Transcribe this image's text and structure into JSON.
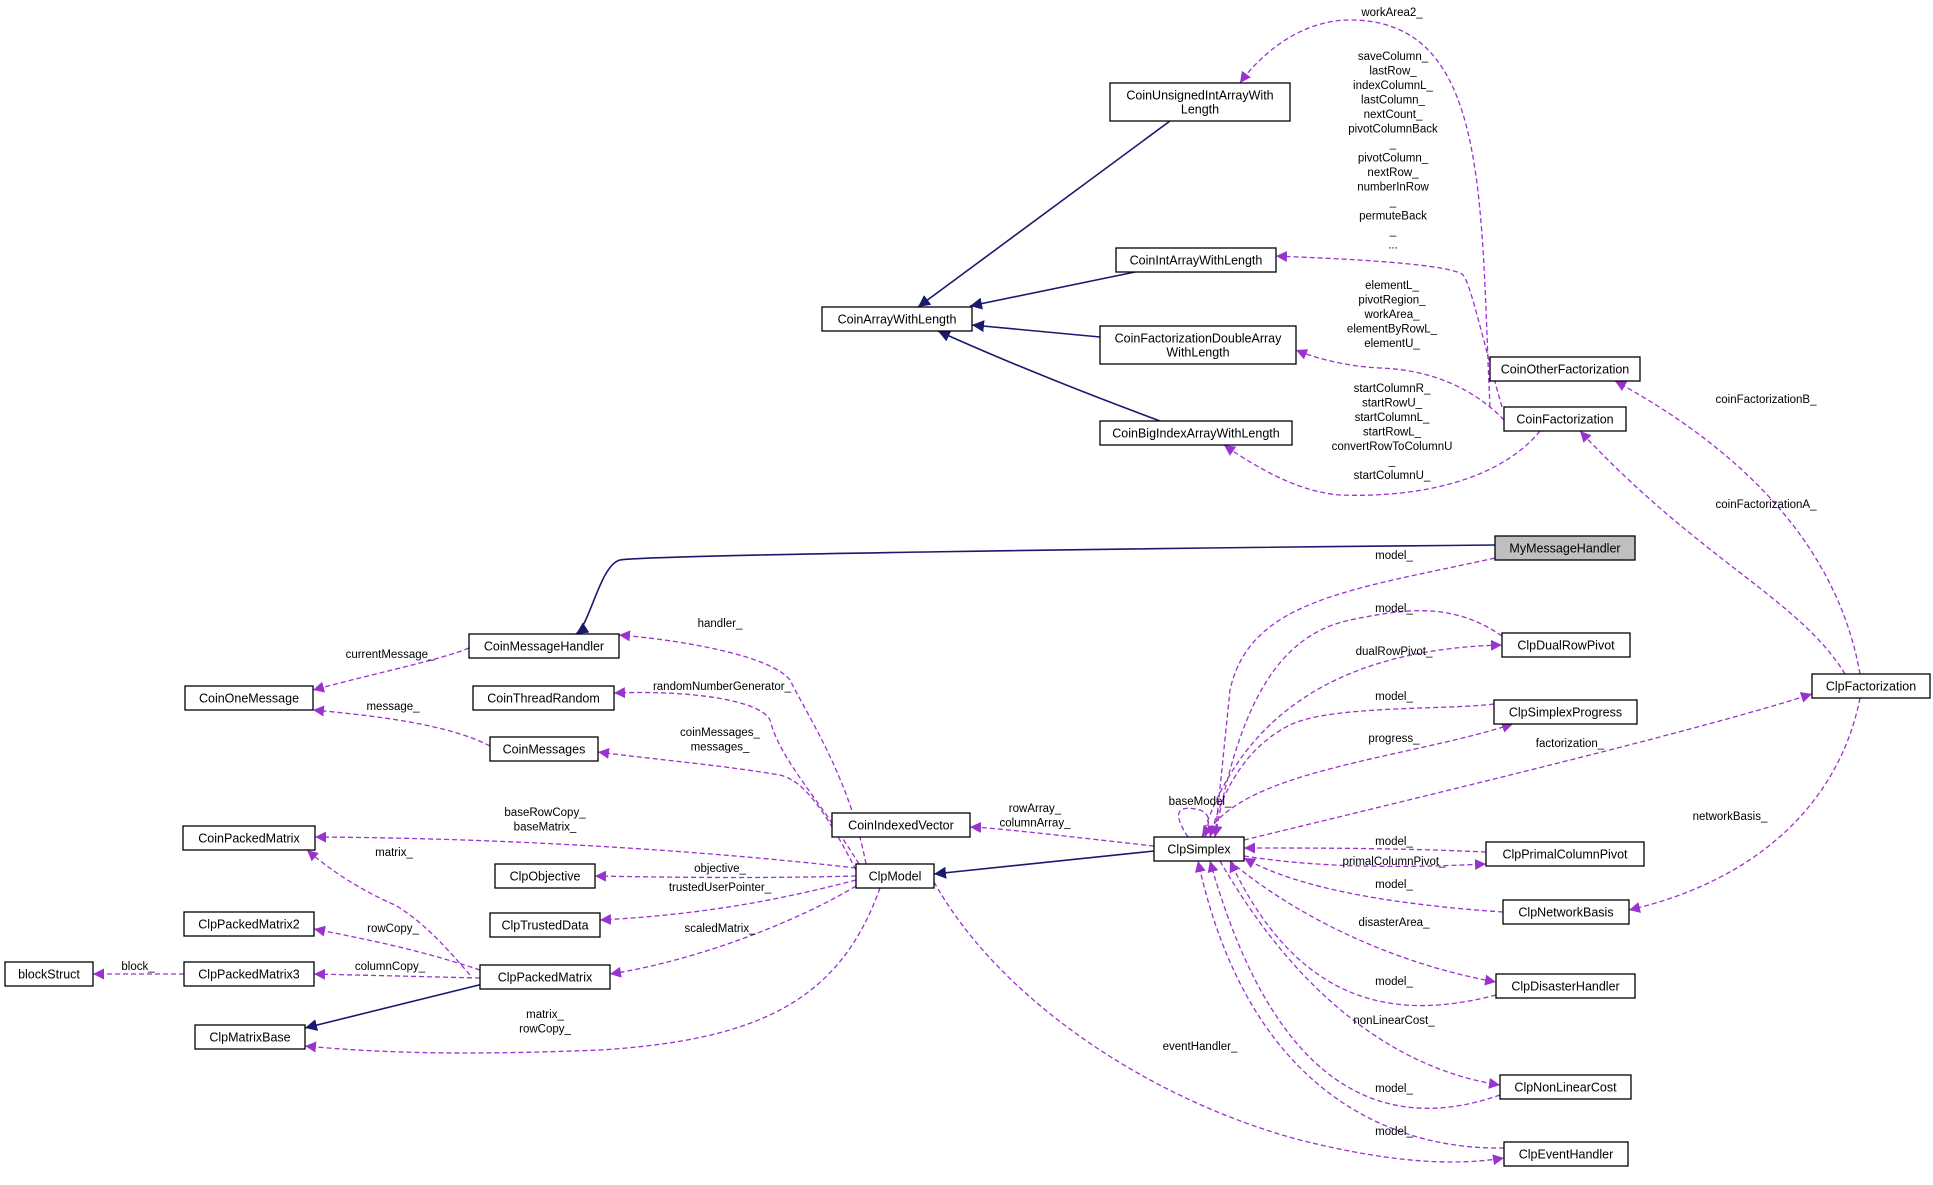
{
  "colors": {
    "inheritance": "#191970",
    "usage": "#9a32cd",
    "highlight_fill": "#bfbfbf"
  },
  "nodes": {
    "CoinUnsignedIntArrayWithLength": [
      "CoinUnsignedIntArrayWith",
      "Length"
    ],
    "CoinIntArrayWithLength": [
      "CoinIntArrayWithLength"
    ],
    "CoinArrayWithLength": [
      "CoinArrayWithLength"
    ],
    "CoinFactorizationDoubleArrayWithLength": [
      "CoinFactorizationDoubleArray",
      "WithLength"
    ],
    "CoinBigIndexArrayWithLength": [
      "CoinBigIndexArrayWithLength"
    ],
    "CoinOtherFactorization": [
      "CoinOtherFactorization"
    ],
    "CoinFactorization": [
      "CoinFactorization"
    ],
    "MyMessageHandler": [
      "MyMessageHandler"
    ],
    "CoinMessageHandler": [
      "CoinMessageHandler"
    ],
    "CoinOneMessage": [
      "CoinOneMessage"
    ],
    "CoinThreadRandom": [
      "CoinThreadRandom"
    ],
    "CoinMessages": [
      "CoinMessages"
    ],
    "CoinPackedMatrix": [
      "CoinPackedMatrix"
    ],
    "ClpObjective": [
      "ClpObjective"
    ],
    "ClpTrustedData": [
      "ClpTrustedData"
    ],
    "ClpPackedMatrix2": [
      "ClpPackedMatrix2"
    ],
    "ClpPackedMatrix3": [
      "ClpPackedMatrix3"
    ],
    "blockStruct": [
      "blockStruct"
    ],
    "ClpPackedMatrix": [
      "ClpPackedMatrix"
    ],
    "ClpMatrixBase": [
      "ClpMatrixBase"
    ],
    "CoinIndexedVector": [
      "CoinIndexedVector"
    ],
    "ClpModel": [
      "ClpModel"
    ],
    "ClpSimplex": [
      "ClpSimplex"
    ],
    "ClpDualRowPivot": [
      "ClpDualRowPivot"
    ],
    "ClpSimplexProgress": [
      "ClpSimplexProgress"
    ],
    "ClpPrimalColumnPivot": [
      "ClpPrimalColumnPivot"
    ],
    "ClpNetworkBasis": [
      "ClpNetworkBasis"
    ],
    "ClpDisasterHandler": [
      "ClpDisasterHandler"
    ],
    "ClpNonLinearCost": [
      "ClpNonLinearCost"
    ],
    "ClpEventHandler": [
      "ClpEventHandler"
    ],
    "ClpFactorization": [
      "ClpFactorization"
    ]
  },
  "edge_labels": {
    "workArea2": [
      "workArea2_"
    ],
    "cf_int_arrays": [
      "saveColumn_",
      "lastRow_",
      "indexColumnL_",
      "lastColumn_",
      "nextCount_",
      "pivotColumnBack",
      "_",
      "pivotColumn_",
      "nextRow_",
      "numberInRow",
      "_",
      "permuteBack",
      "_",
      "..."
    ],
    "cf_double_arrays": [
      "elementL_",
      "pivotRegion_",
      "workArea_",
      "elementByRowL_",
      "elementU_"
    ],
    "cf_bigindex_arrays": [
      "startColumnR_",
      "startRowU_",
      "startColumnL_",
      "startRowL_",
      "convertRowToColumnU",
      "_",
      "startColumnU_"
    ],
    "coinFactorizationB": [
      "coinFactorizationB_"
    ],
    "coinFactorizationA": [
      "coinFactorizationA_"
    ],
    "mymh_model": [
      "model_"
    ],
    "handler": [
      "handler_"
    ],
    "currentMessage": [
      "currentMessage_"
    ],
    "message": [
      "message_"
    ],
    "randomNumberGenerator": [
      "randomNumberGenerator_"
    ],
    "coinMessages": [
      "coinMessages_",
      "messages_"
    ],
    "baseRowCopy": [
      "baseRowCopy_",
      "baseMatrix_"
    ],
    "matrix_cpm": [
      "matrix_"
    ],
    "objective": [
      "objective_"
    ],
    "trustedUserPointer": [
      "trustedUserPointer_"
    ],
    "rowCopy_cpm2": [
      "rowCopy_"
    ],
    "scaledMatrix": [
      "scaledMatrix_"
    ],
    "block": [
      "block_"
    ],
    "columnCopy": [
      "columnCopy_"
    ],
    "matrix_rowCopy": [
      "matrix_",
      "rowCopy_"
    ],
    "rowArray": [
      "rowArray_",
      "columnArray_"
    ],
    "dual_model": [
      "model_"
    ],
    "dualRowPivot": [
      "dualRowPivot_"
    ],
    "progress_model": [
      "model_"
    ],
    "progress": [
      "progress_"
    ],
    "factorization": [
      "factorization_"
    ],
    "baseModel": [
      "baseModel_"
    ],
    "primal_model": [
      "model_"
    ],
    "primalColumnPivot": [
      "primalColumnPivot_"
    ],
    "network_model": [
      "model_"
    ],
    "disasterArea": [
      "disasterArea_"
    ],
    "disaster_model": [
      "model_"
    ],
    "nonLinearCost": [
      "nonLinearCost_"
    ],
    "nonlinear_model": [
      "model_"
    ],
    "eventHandler": [
      "eventHandler_"
    ],
    "event_model": [
      "model_"
    ],
    "networkBasis": [
      "networkBasis_"
    ]
  }
}
